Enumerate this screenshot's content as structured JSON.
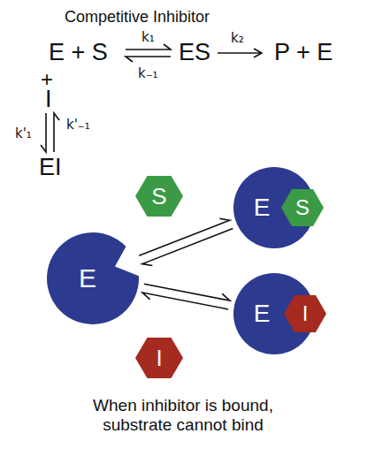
{
  "diagram": {
    "title": "Competitive Inhibitor",
    "caption": "When inhibitor is bound, substrate cannot bind",
    "nodes": [
      {
        "text": [
          "E"
        ]
      },
      {
        "text": [
          "S"
        ]
      },
      {
        "text": [
          "E"
        ]
      },
      {
        "text": [
          "S"
        ]
      },
      {
        "text": [
          "I"
        ]
      },
      {
        "text": [
          "E"
        ]
      },
      {
        "text": [
          "I"
        ]
      }
    ],
    "edges": [
      {
        "from": 0,
        "to": 2,
        "arrow": "both"
      },
      {
        "from": 0,
        "to": 5,
        "arrow": "both"
      }
    ],
    "labels": [
      "E + S",
      "k₁",
      "k₋₁",
      "ES",
      "k₂",
      "P + E",
      "+",
      "I",
      "k'₁",
      "k'₋₁",
      "EI"
    ]
  }
}
